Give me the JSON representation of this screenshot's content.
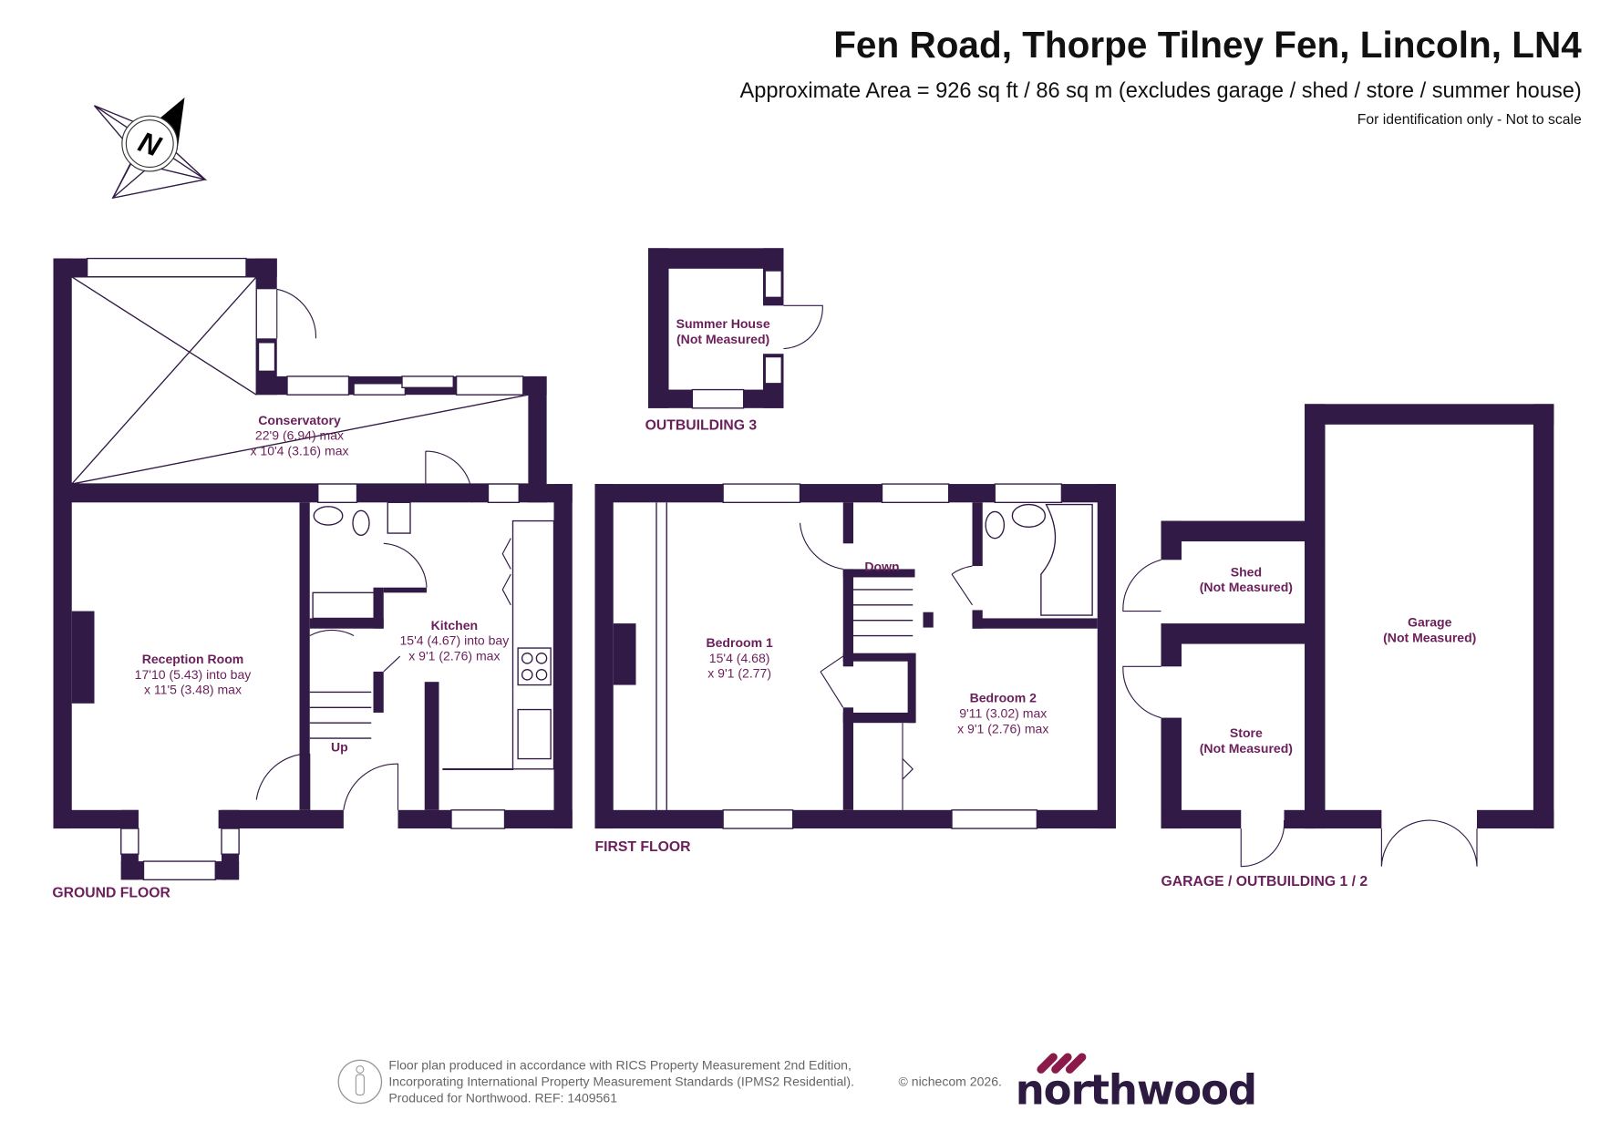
{
  "header": {
    "title": "Fen Road, Thorpe Tilney Fen, Lincoln, LN4",
    "area": "Approximate Area = 926 sq ft / 86 sq m (excludes garage / shed / store / summer house)",
    "note": "For identification only - Not to scale"
  },
  "compass": {
    "label": "N",
    "icon": "compass-rose-icon"
  },
  "colors": {
    "walls": "#311a45",
    "labels": "#6b1f5a",
    "brand": "#8b1a4a"
  },
  "floors": {
    "ground": "GROUND FLOOR",
    "first": "FIRST FLOOR",
    "outbuilding3": "OUTBUILDING 3",
    "garage": "GARAGE / OUTBUILDING 1 / 2"
  },
  "rooms": {
    "conservatory": {
      "name": "Conservatory",
      "dim1": "22'9 (6.94) max",
      "dim2": "x 10'4 (3.16) max"
    },
    "reception": {
      "name": "Reception Room",
      "dim1": "17'10 (5.43) into bay",
      "dim2": "x 11'5 (3.48) max"
    },
    "kitchen": {
      "name": "Kitchen",
      "dim1": "15'4 (4.67) into bay",
      "dim2": "x 9'1 (2.76) max"
    },
    "bedroom1": {
      "name": "Bedroom 1",
      "dim1": "15'4 (4.68)",
      "dim2": "x 9'1 (2.77)"
    },
    "bedroom2": {
      "name": "Bedroom 2",
      "dim1": "9'11 (3.02) max",
      "dim2": "x 9'1 (2.76) max"
    },
    "summer_house": {
      "name": "Summer House",
      "dim1": "(Not Measured)"
    },
    "shed": {
      "name": "Shed",
      "dim1": "(Not Measured)"
    },
    "store": {
      "name": "Store",
      "dim1": "(Not Measured)"
    },
    "garage": {
      "name": "Garage",
      "dim1": "(Not Measured)"
    }
  },
  "stairs": {
    "up": "Up",
    "down": "Down"
  },
  "footer": {
    "line1": "Floor plan produced in accordance with RICS Property Measurement 2nd Edition,",
    "line2": "Incorporating International Property Measurement Standards (IPMS2 Residential).",
    "line3": "Produced for Northwood.   REF:  1409561",
    "copyright": "© nichecom 2026.",
    "brand": "northwood"
  }
}
